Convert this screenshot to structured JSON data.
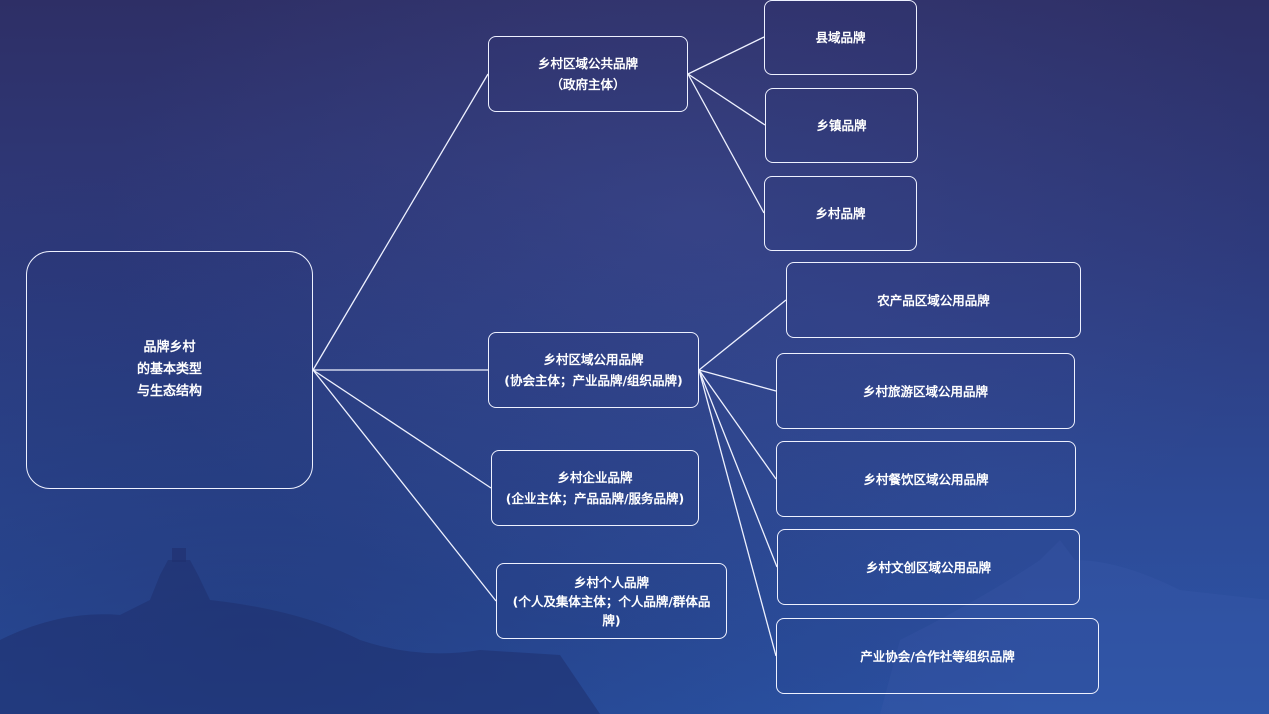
{
  "diagram": {
    "root": {
      "lines": [
        "品牌乡村",
        "的基本类型",
        "与生态结构"
      ]
    },
    "categories": [
      {
        "title": "乡村区域公共品牌",
        "subtitle": "（政府主体）"
      },
      {
        "title": "乡村区域公用品牌",
        "subtitle": "(协会主体；产业品牌/组织品牌)"
      },
      {
        "title": "乡村企业品牌",
        "subtitle": "(企业主体；产品品牌/服务品牌)"
      },
      {
        "title": "乡村个人品牌",
        "subtitle": "(个人及集体主体；个人品牌/群体品",
        "subtitle2": "牌)"
      }
    ],
    "public_children": [
      "县域品牌",
      "乡镇品牌",
      "乡村品牌"
    ],
    "shared_children": [
      "农产品区域公用品牌",
      "乡村旅游区域公用品牌",
      "乡村餐饮区域公用品牌",
      "乡村文创区域公用品牌",
      "产业协会/合作社等组织品牌"
    ]
  },
  "colors": {
    "background_top": "#2e2f66",
    "background_bottom": "#2c55a8",
    "line": "#eef1ff",
    "text": "#ffffff"
  }
}
